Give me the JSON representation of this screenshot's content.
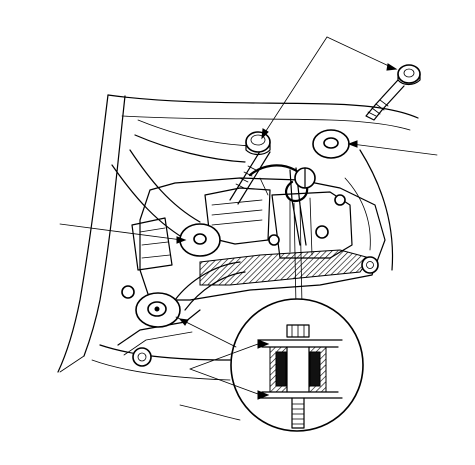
{
  "figure": {
    "background": "#ffffff",
    "ink": "#000000",
    "parts": [
      {
        "name": "mount-bolt-long",
        "icon": "bolt-icon"
      },
      {
        "name": "washer-top",
        "icon": "washer-icon"
      },
      {
        "name": "mount-nut",
        "icon": "nut-icon"
      },
      {
        "name": "lower-mount-bushing",
        "icon": "bushing-icon"
      },
      {
        "name": "detail-inset-bushing",
        "icon": "magnifier-detail-icon"
      }
    ],
    "callouts": 6
  }
}
